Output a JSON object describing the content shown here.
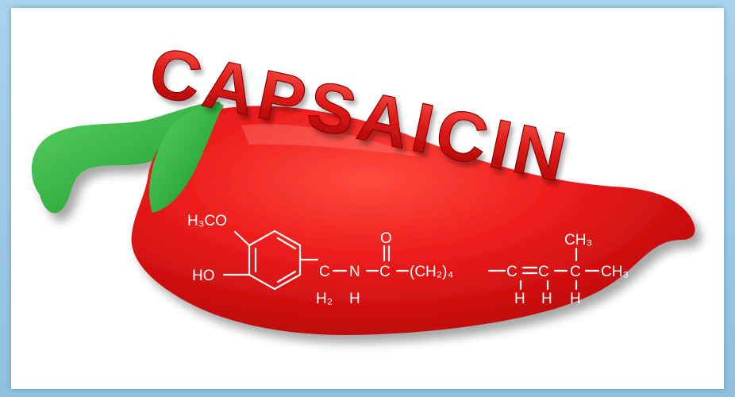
{
  "title": "CAPSAICIN",
  "colors": {
    "pepper_red": "#ee1c1c",
    "pepper_dark": "#b40606",
    "stem_green": "#33b040",
    "title_red": "#dc1616",
    "background": "#ffffff",
    "frame": "#9ecae6"
  },
  "illustration": {
    "pepper": "red-chili-pepper",
    "stem": "green-stem",
    "formula_color": "#ffffff"
  },
  "formula": {
    "methoxy": "H₃CO",
    "hydroxy": "HO",
    "c1": "C",
    "n": "N",
    "c2": "C",
    "oxygen": "O",
    "chain": "(CH₂)₄",
    "c3": "C",
    "c4": "C",
    "c5": "C",
    "h2": "H₂",
    "h_n": "H",
    "h_a": "H",
    "h_b": "H",
    "h_c": "H",
    "ch3_top": "CH₃",
    "ch3_right": "CH₃"
  }
}
